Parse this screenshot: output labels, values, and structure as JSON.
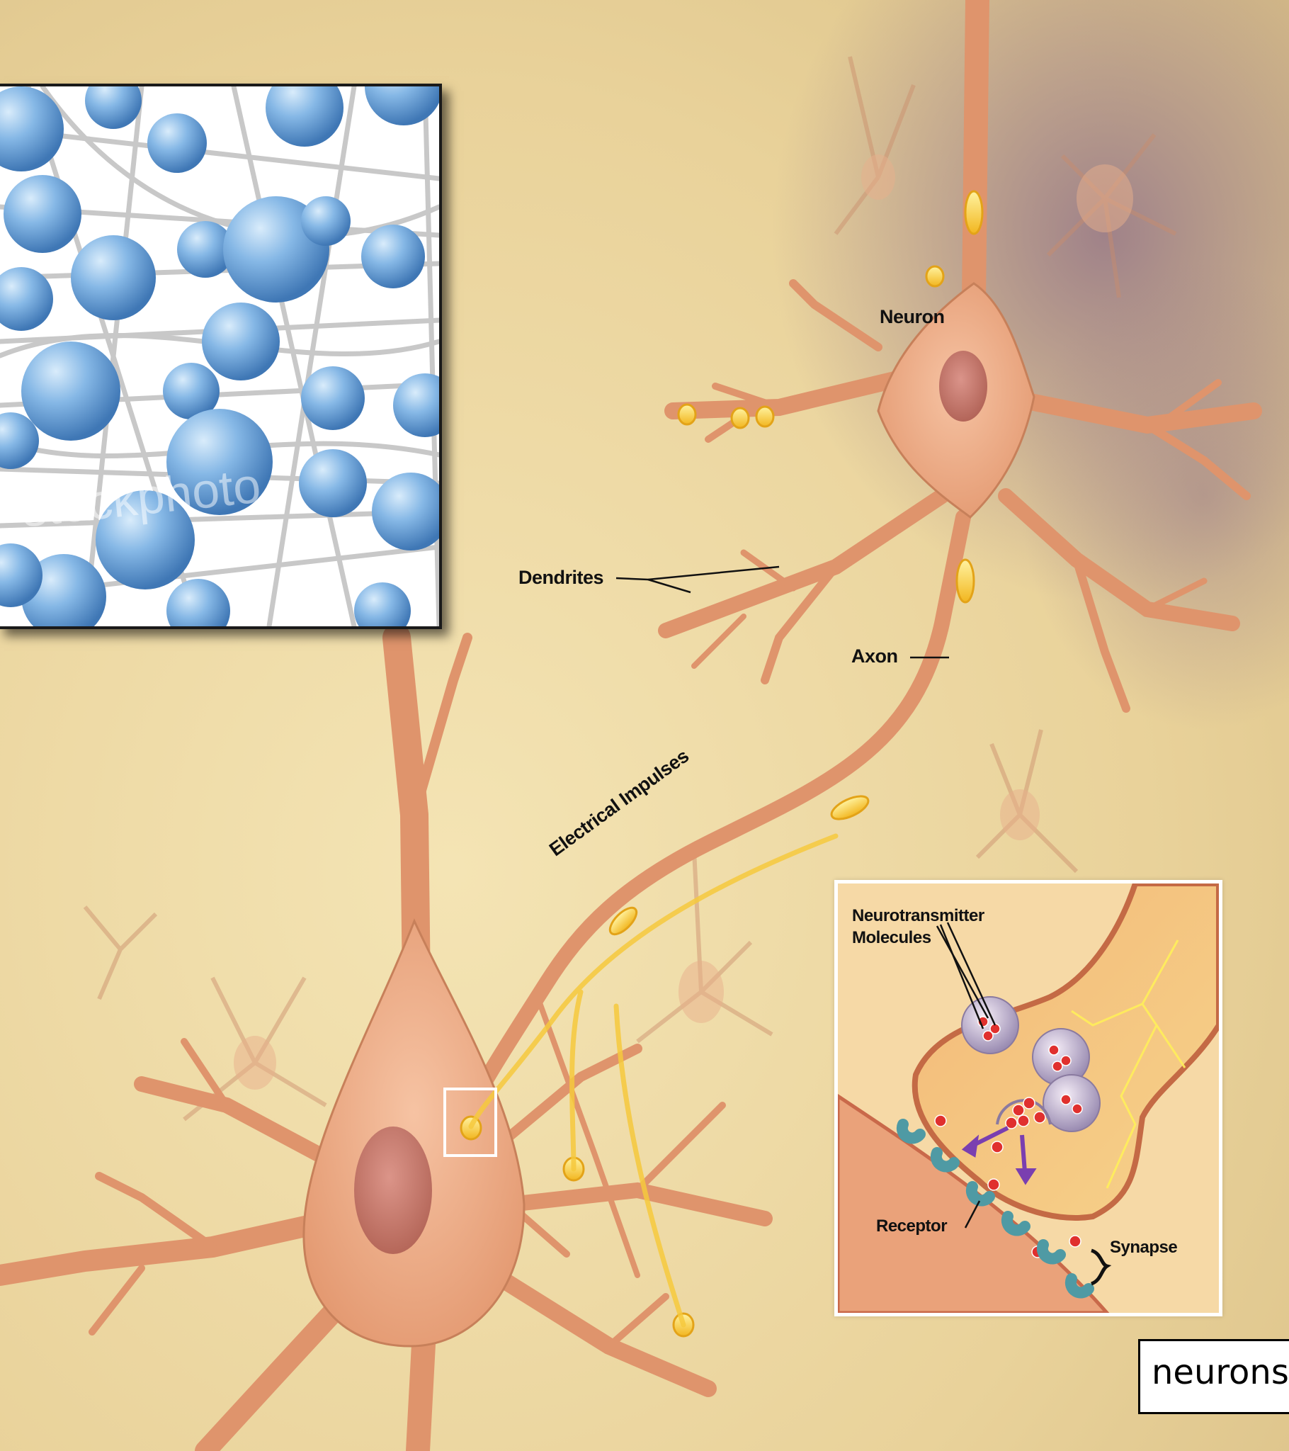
{
  "labels": {
    "neuron": "Neuron",
    "dendrites": "Dendrites",
    "axon": "Axon",
    "electrical_impulses": "Electrical Impulses",
    "neurotransmitter_line1": "Neurotransmitter",
    "neurotransmitter_line2": "Molecules",
    "receptor": "Receptor",
    "synapse": "Synapse"
  },
  "caption": "neurons",
  "watermark": "stockphoto",
  "colors": {
    "background_parchment": "#ecd7a0",
    "background_purple": "#a98e96",
    "neuron_body": "#e8a27a",
    "neuron_outline": "#b86a4a",
    "impulse_yellow": "#f6c93d",
    "sphere_blue": "#6ea6dc",
    "vesicle_red": "#e0302e",
    "receptor_teal": "#5fb0b8"
  }
}
